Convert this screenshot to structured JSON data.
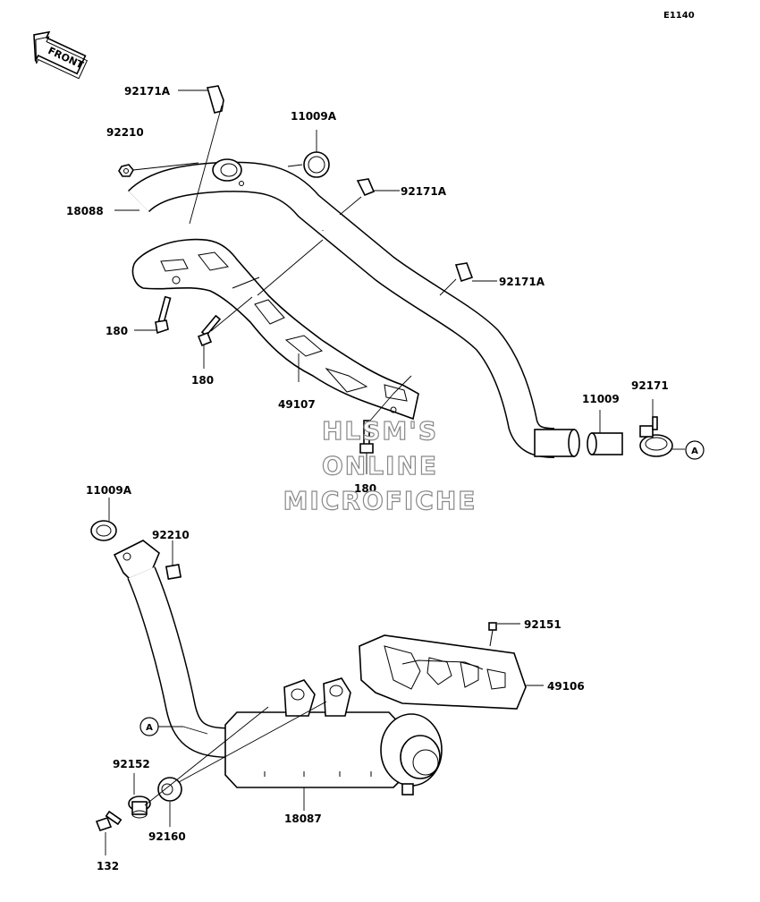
{
  "diagram_code": "E1140",
  "front_label": "FRONT",
  "watermark": [
    "HLSM'S",
    "ONLINE",
    "MICROFICHE"
  ],
  "reference_marker": "A",
  "labels": {
    "p92171A_1": "92171A",
    "p92210_1": "92210",
    "p18088": "18088",
    "p11009A_1": "11009A",
    "p92171A_2": "92171A",
    "p92171A_3": "92171A",
    "p180_1": "180",
    "p180_2": "180",
    "p49107": "49107",
    "p180_3": "180",
    "p11009": "11009",
    "p92171": "92171",
    "p11009A_2": "11009A",
    "p92210_2": "92210",
    "p92151": "92151",
    "p49106": "49106",
    "p92152": "92152",
    "p132": "132",
    "p92160": "92160",
    "p18087": "18087"
  }
}
